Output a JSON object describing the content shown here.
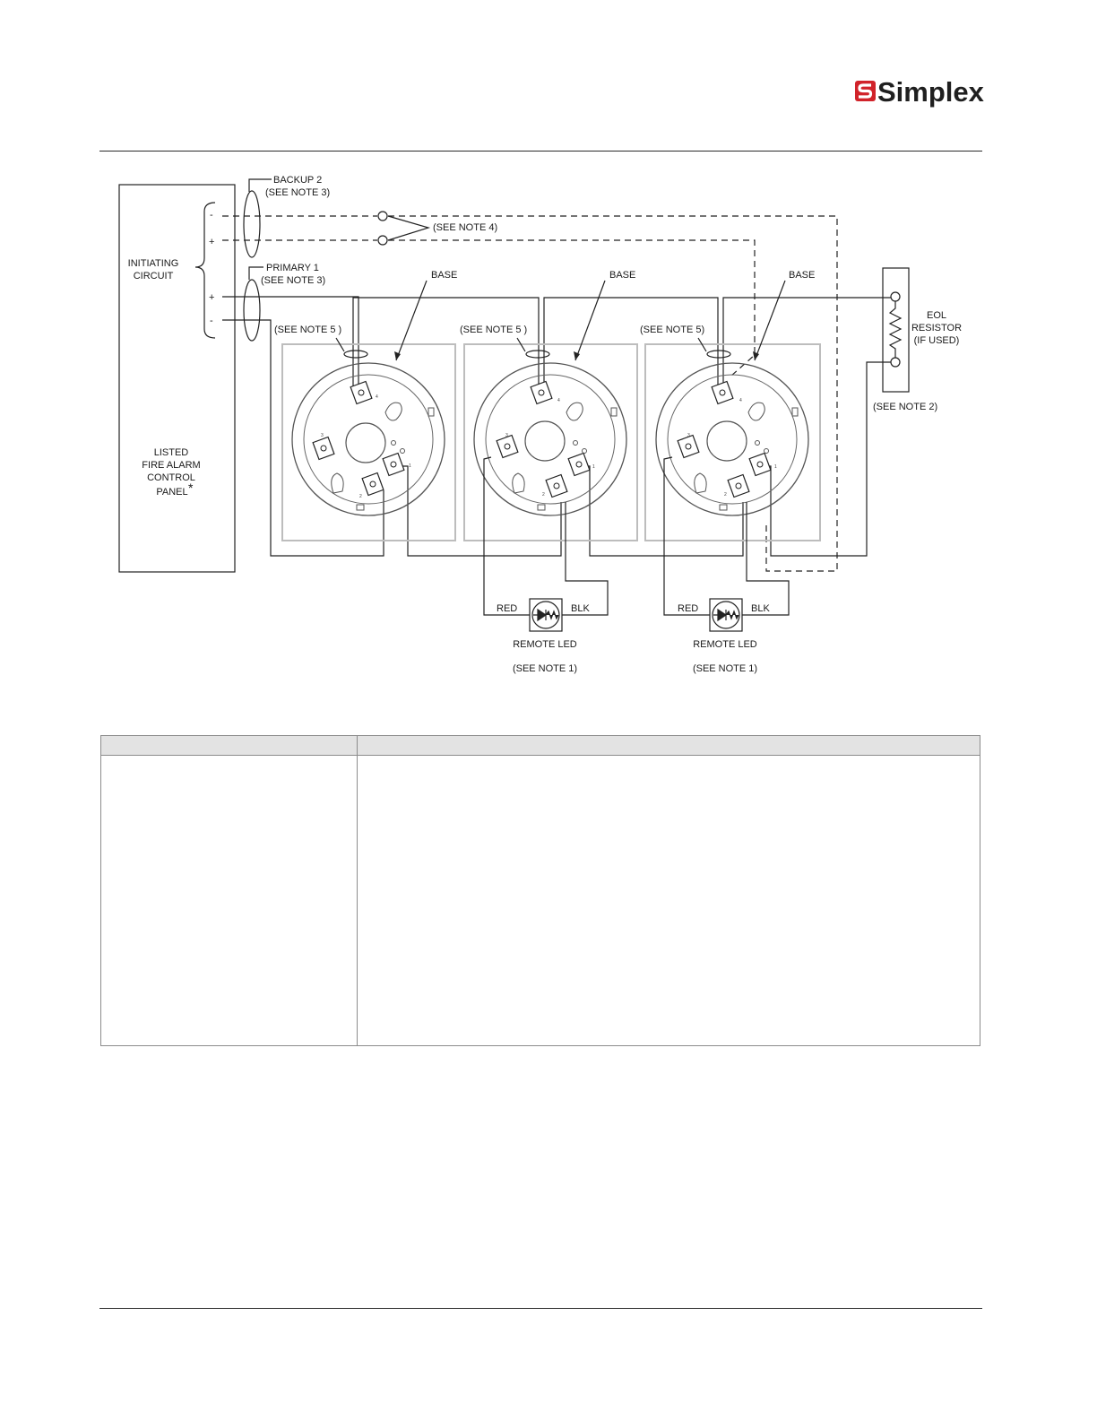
{
  "brand": {
    "name": "Simplex",
    "mark_color": "#d1232a"
  },
  "diagram": {
    "panel": {
      "label_lines": [
        "LISTED",
        "FIRE ALARM",
        "CONTROL",
        "PANEL"
      ],
      "asterisk": "*",
      "circuit_label_lines": [
        "INITIATING",
        "CIRCUIT"
      ]
    },
    "polarity": {
      "minus": "-",
      "plus": "+"
    },
    "backup": {
      "line1": "BACKUP 2",
      "line2": "(SEE NOTE 3)"
    },
    "primary": {
      "line1": "PRIMARY 1",
      "line2": "(SEE NOTE 3)"
    },
    "note4": "(SEE NOTE 4)",
    "bases": [
      {
        "label": "BASE",
        "note": "(SEE NOTE 5 )"
      },
      {
        "label": "BASE",
        "note": "(SEE NOTE 5 )"
      },
      {
        "label": "BASE",
        "note": "(SEE NOTE 5)"
      }
    ],
    "terminal_numbers": [
      "1",
      "2",
      "3",
      "4"
    ],
    "eol": {
      "lines": [
        "EOL",
        "RESISTOR",
        "(IF USED)"
      ],
      "note": "(SEE NOTE 2)"
    },
    "remote_leds": [
      {
        "red": "RED",
        "blk": "BLK",
        "label": "REMOTE LED",
        "note": "(SEE NOTE 1)"
      },
      {
        "red": "RED",
        "blk": "BLK",
        "label": "REMOTE LED",
        "note": "(SEE NOTE 1)"
      }
    ]
  }
}
